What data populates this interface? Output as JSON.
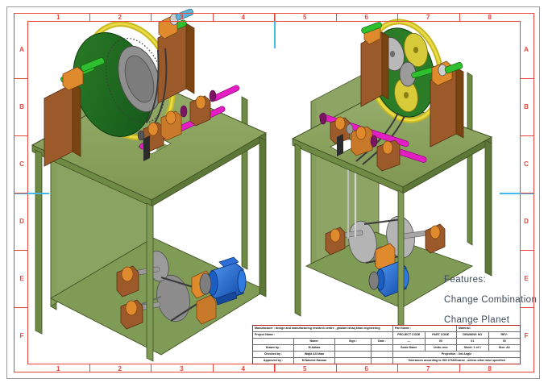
{
  "drawing": {
    "sheet_size": "A4",
    "zones_horizontal": [
      "1",
      "2",
      "3",
      "4",
      "5",
      "6",
      "7",
      "8"
    ],
    "zones_vertical": [
      "A",
      "B",
      "C",
      "D",
      "E",
      "F"
    ],
    "frame_color": "#e8453c",
    "centre_mark_color": "#46b8e9"
  },
  "annotations": {
    "features_heading": "Features:",
    "feature_1": "Change Combination",
    "feature_2": "Change Planet"
  },
  "title_block": {
    "manufacturer_label": "Manufacturer : design and manufacturing research centre , ghulam ishaq khan engineering",
    "project_name_label": "Project Name :",
    "col_name": "Name:",
    "col_sign": "Sign :",
    "col_date": "Date :",
    "drawn_by_label": "Drawn by :",
    "drawn_by_name": "M Abbas",
    "checked_by_label": "Checked by :",
    "checked_by_name": "Wajid Ali khan",
    "approved_by_label": "Approved by :",
    "approved_by_name": "M Naveed Hassan",
    "part_name_label": "Part Name :",
    "material_label": "Material:",
    "project_code_label": "PROJECT CODE",
    "part_code_label": "PART CODE",
    "drawing_no_label": "DRAWING NO",
    "rev_label": "REV:",
    "project_code_value": "—",
    "part_code_value": "00",
    "drawing_no_value": "01",
    "rev_value": "00",
    "scale": "Scale:Same",
    "units": "Units: mm",
    "sheet": "Sheet: 1 of 1",
    "size": "Size: A4",
    "projection": "Projection : 3rd Angle",
    "tolerances": "Tolerances according to ISO 2768/Coarse , unless other wise specified"
  },
  "model": {
    "left_view_name": "isometric-assembly-left",
    "right_view_name": "isometric-assembly-right",
    "colors": {
      "frame_green": "#7f9b55",
      "frame_green_dark": "#55712f",
      "table_top": "#8fa866",
      "disc_green": "#1f6b1f",
      "ring_yellow": "#d8c82a",
      "bearing_orange": "#e08a2e",
      "block_brown": "#9c5a2a",
      "shaft_magenta": "#e31ec3",
      "shaft_green": "#2fc02f",
      "motor_blue": "#1f6fe0",
      "pulley_gray": "#8a8a8a"
    }
  }
}
